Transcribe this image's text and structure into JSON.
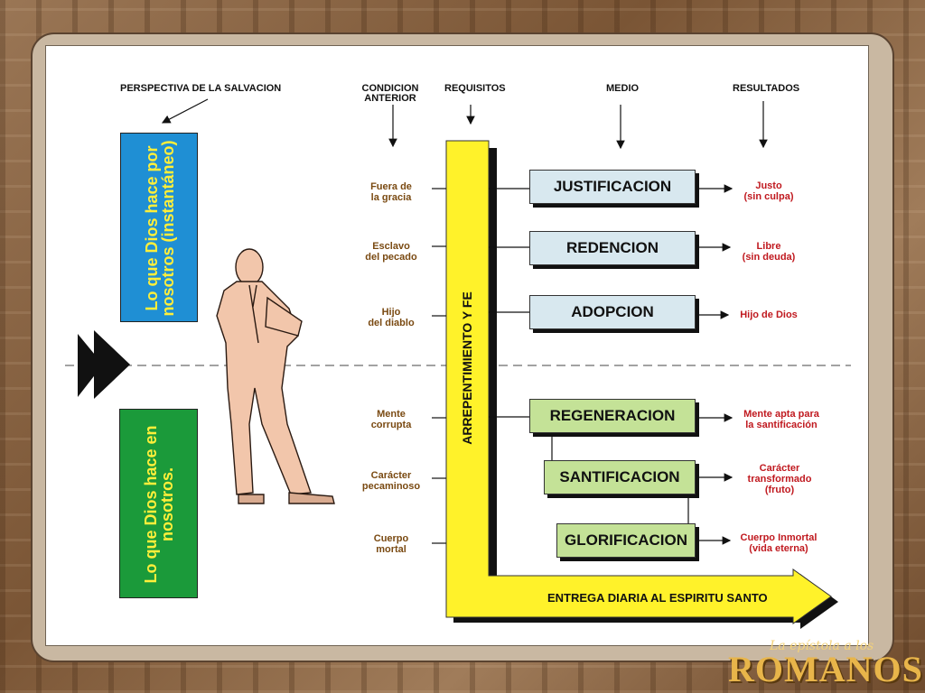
{
  "headers": {
    "perspective": "PERSPECTIVA DE LA SALVACION",
    "condition_line1": "CONDICION",
    "condition_line2": "ANTERIOR",
    "requirements": "REQUISITOS",
    "means": "MEDIO",
    "results": "RESULTADOS"
  },
  "left_boxes": {
    "top": {
      "line1": "Lo que Dios hace por",
      "line2": "nosotros (instantáneo)",
      "color": "#1f8fd4"
    },
    "bottom": {
      "line1": "Lo que Dios hace en",
      "line2": "nosotros.",
      "color": "#1b9a3a"
    }
  },
  "requirement_bar": {
    "label": "ARREPENTIMIENTO Y FE",
    "color": "#fff22a"
  },
  "bottom_arrow": {
    "label": "ENTREGA DIARIA AL ESPIRITU SANTO"
  },
  "rows": [
    {
      "condition_l1": "Fuera de",
      "condition_l2": "la gracia",
      "means": "JUSTIFICACION",
      "result_l1": "Justo",
      "result_l2": "(sin culpa)",
      "result_l3": ""
    },
    {
      "condition_l1": "Esclavo",
      "condition_l2": "del pecado",
      "means": "REDENCION",
      "result_l1": "Libre",
      "result_l2": "(sin deuda)",
      "result_l3": ""
    },
    {
      "condition_l1": "Hijo",
      "condition_l2": "del diablo",
      "means": "ADOPCION",
      "result_l1": "Hijo de Dios",
      "result_l2": "",
      "result_l3": ""
    },
    {
      "condition_l1": "Mente",
      "condition_l2": "corrupta",
      "means": "REGENERACION",
      "result_l1": "Mente apta para",
      "result_l2": "la santificación",
      "result_l3": ""
    },
    {
      "condition_l1": "Carácter",
      "condition_l2": "pecaminoso",
      "means": "SANTIFICACION",
      "result_l1": "Carácter",
      "result_l2": "transformado",
      "result_l3": "(fruto)"
    },
    {
      "condition_l1": "Cuerpo",
      "condition_l2": "mortal",
      "means": "GLORIFICACION",
      "result_l1": "Cuerpo Inmortal",
      "result_l2": "(vida eterna)",
      "result_l3": ""
    }
  ],
  "colors": {
    "means_top": "#d8e8ef",
    "means_bottom": "#c4e297",
    "condition_text": "#7a4a12",
    "result_text": "#c0191f"
  },
  "logo": {
    "small": "La epístola a los",
    "big": "ROMANOS"
  }
}
